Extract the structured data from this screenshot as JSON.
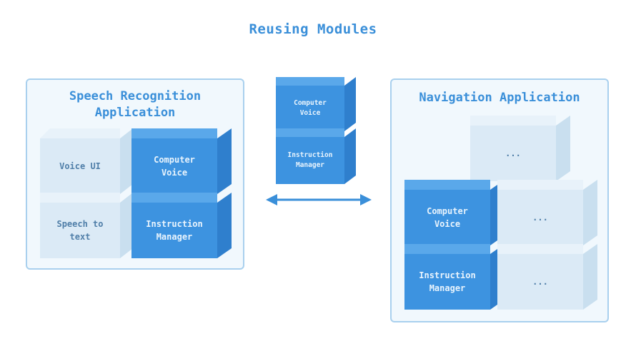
{
  "title": "Reusing Modules",
  "speech_app": {
    "title_line1": "Speech Recognition",
    "title_line2": "Application",
    "modules": {
      "voice_ui": "Voice UI",
      "speech_to_text_1": "Speech to",
      "speech_to_text_2": "text",
      "computer_voice_1": "Computer",
      "computer_voice_2": "Voice",
      "instruction_manager_1": "Instruction",
      "instruction_manager_2": "Manager"
    }
  },
  "shared_modules": {
    "computer_voice_1": "Computer",
    "computer_voice_2": "Voice",
    "instruction_manager_1": "Instruction",
    "instruction_manager_2": "Manager"
  },
  "navigation_app": {
    "title": "Navigation Application",
    "modules": {
      "placeholder": "...",
      "computer_voice_1": "Computer",
      "computer_voice_2": "Voice",
      "instruction_manager_1": "Instruction",
      "instruction_manager_2": "Manager"
    }
  },
  "colors": {
    "accent": "#3a8fd9",
    "module_blue": "#3d93e0",
    "module_light": "#dbeaf6",
    "panel_border": "#a9d0ee",
    "panel_bg": "#f1f8fd"
  }
}
